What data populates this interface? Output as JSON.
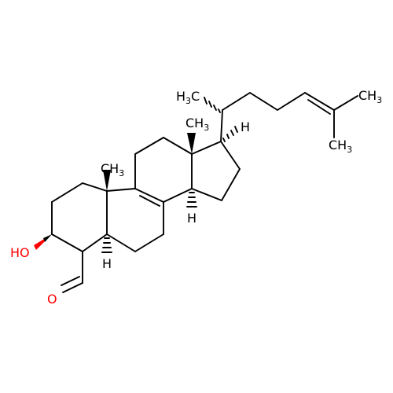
{
  "molecule": {
    "atom_labels": {
      "hydroxyl": "HO",
      "aldehyde_oxygen": "O",
      "methyl_c10": "CH",
      "methyl_c10_sub": "3",
      "methyl_c13": "CH",
      "methyl_c13_sub": "3",
      "h_c17": "H",
      "h_c14": "H",
      "h_c5": "H",
      "methyl_c20": "H",
      "methyl_c20_sub": "3",
      "methyl_c20_tail": "C",
      "methyl_terminal_a": "CH",
      "methyl_terminal_a_sub": "3",
      "methyl_terminal_b": "CH",
      "methyl_terminal_b_sub": "3"
    },
    "colors": {
      "bond": "#000000",
      "oxygen": "#ff0000",
      "carbon": "#000000",
      "background": "#ffffff"
    }
  }
}
